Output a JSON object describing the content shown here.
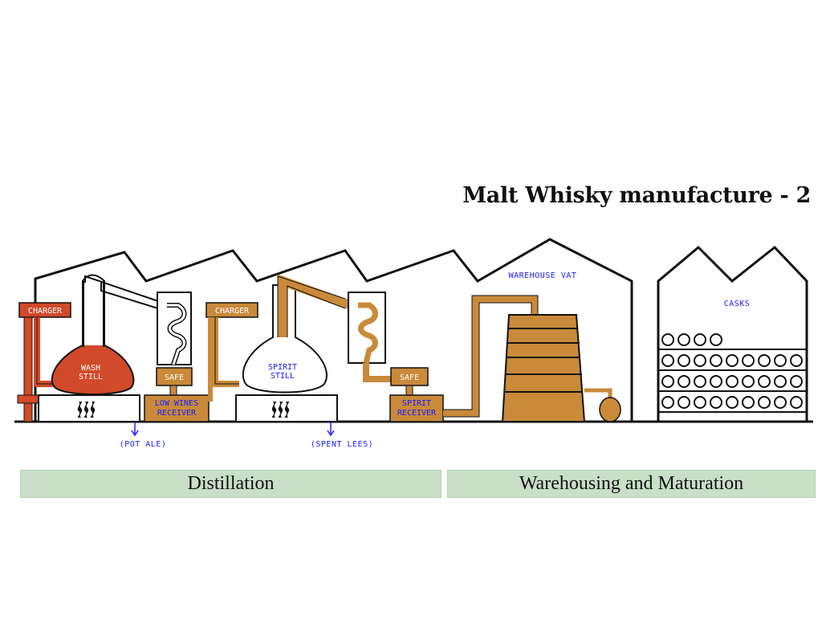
{
  "title": "Malt Whisky manufacture - 2",
  "bands": {
    "distillation": "Distillation",
    "warehousing": "Warehousing and Maturation"
  },
  "labels": {
    "charger_1": "CHARGER",
    "charger_2": "CHARGER",
    "wash_still_1": "WASH",
    "wash_still_2": "STILL",
    "spirit_still_1": "SPIRIT",
    "spirit_still_2": "STILL",
    "safe_1": "SAFE",
    "safe_2": "SAFE",
    "low_wines_1": "LOW WINES",
    "low_wines_2": "RECEIVER",
    "spirit_receiver_1": "SPIRIT",
    "spirit_receiver_2": "RECEIVER",
    "warehouse_vat": "WAREHOUSE VAT",
    "casks": "CASKS",
    "pot_ale": "(POT ALE)",
    "spent_lees": "(SPENT LEES)"
  },
  "colors": {
    "wash": "#d14a2a",
    "spirit": "#c98a3a",
    "band": "#c9dfc8",
    "label": "#1a1aff",
    "outline": "#111111"
  },
  "icons": [
    "flame-icon",
    "flame-icon"
  ]
}
